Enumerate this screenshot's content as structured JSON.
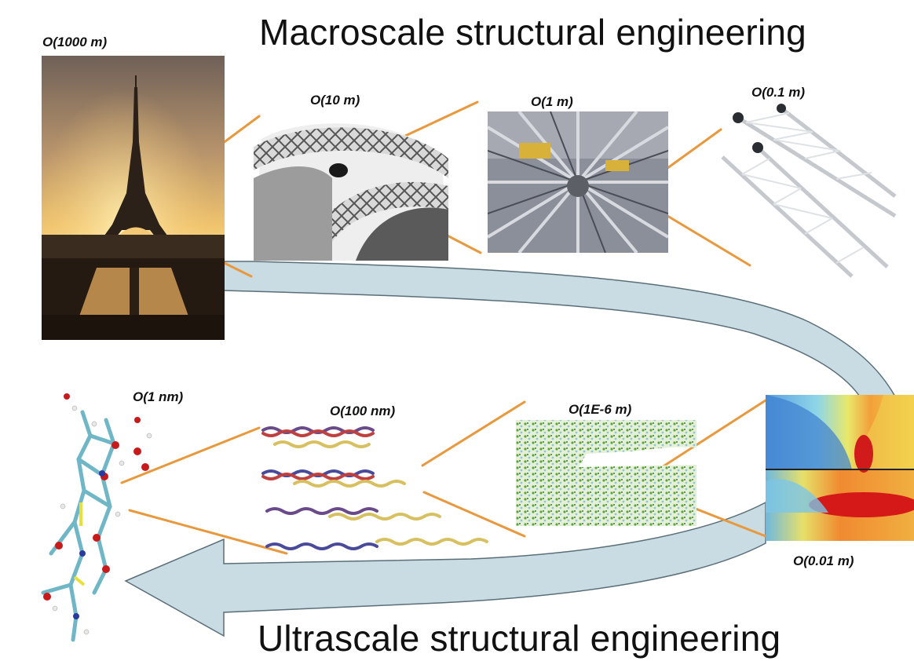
{
  "titles": {
    "top": "Macroscale structural engineering",
    "bottom": "Ultrascale structural engineering"
  },
  "scales": {
    "s1000m": "O(1000 m)",
    "s10m": "O(10 m)",
    "s1m": "O(1 m)",
    "s01m": "O(0.1 m)",
    "s001m": "O(0.01 m)",
    "s1e6m": "O(1E-6 m)",
    "s100nm": "O(100 nm)",
    "s1nm": "O(1 nm)"
  },
  "images": {
    "eiffel": "eiffel-tower-photo",
    "arch": "tower-arch-closeup",
    "lattice": "steel-lattice-closeup",
    "truss": "truss-beam-render",
    "heatmap": "flow-simulation-heatmap",
    "fibril": "fibril-network-render",
    "protein_strands": "protein-strand-array",
    "molecule": "molecular-structure"
  },
  "colors": {
    "connector": "#e8993d",
    "arrow_fill": "#c9dce4",
    "arrow_stroke": "#5a6e78",
    "sky_top": "#7a6a60",
    "sky_glow": "#f6d27a"
  }
}
